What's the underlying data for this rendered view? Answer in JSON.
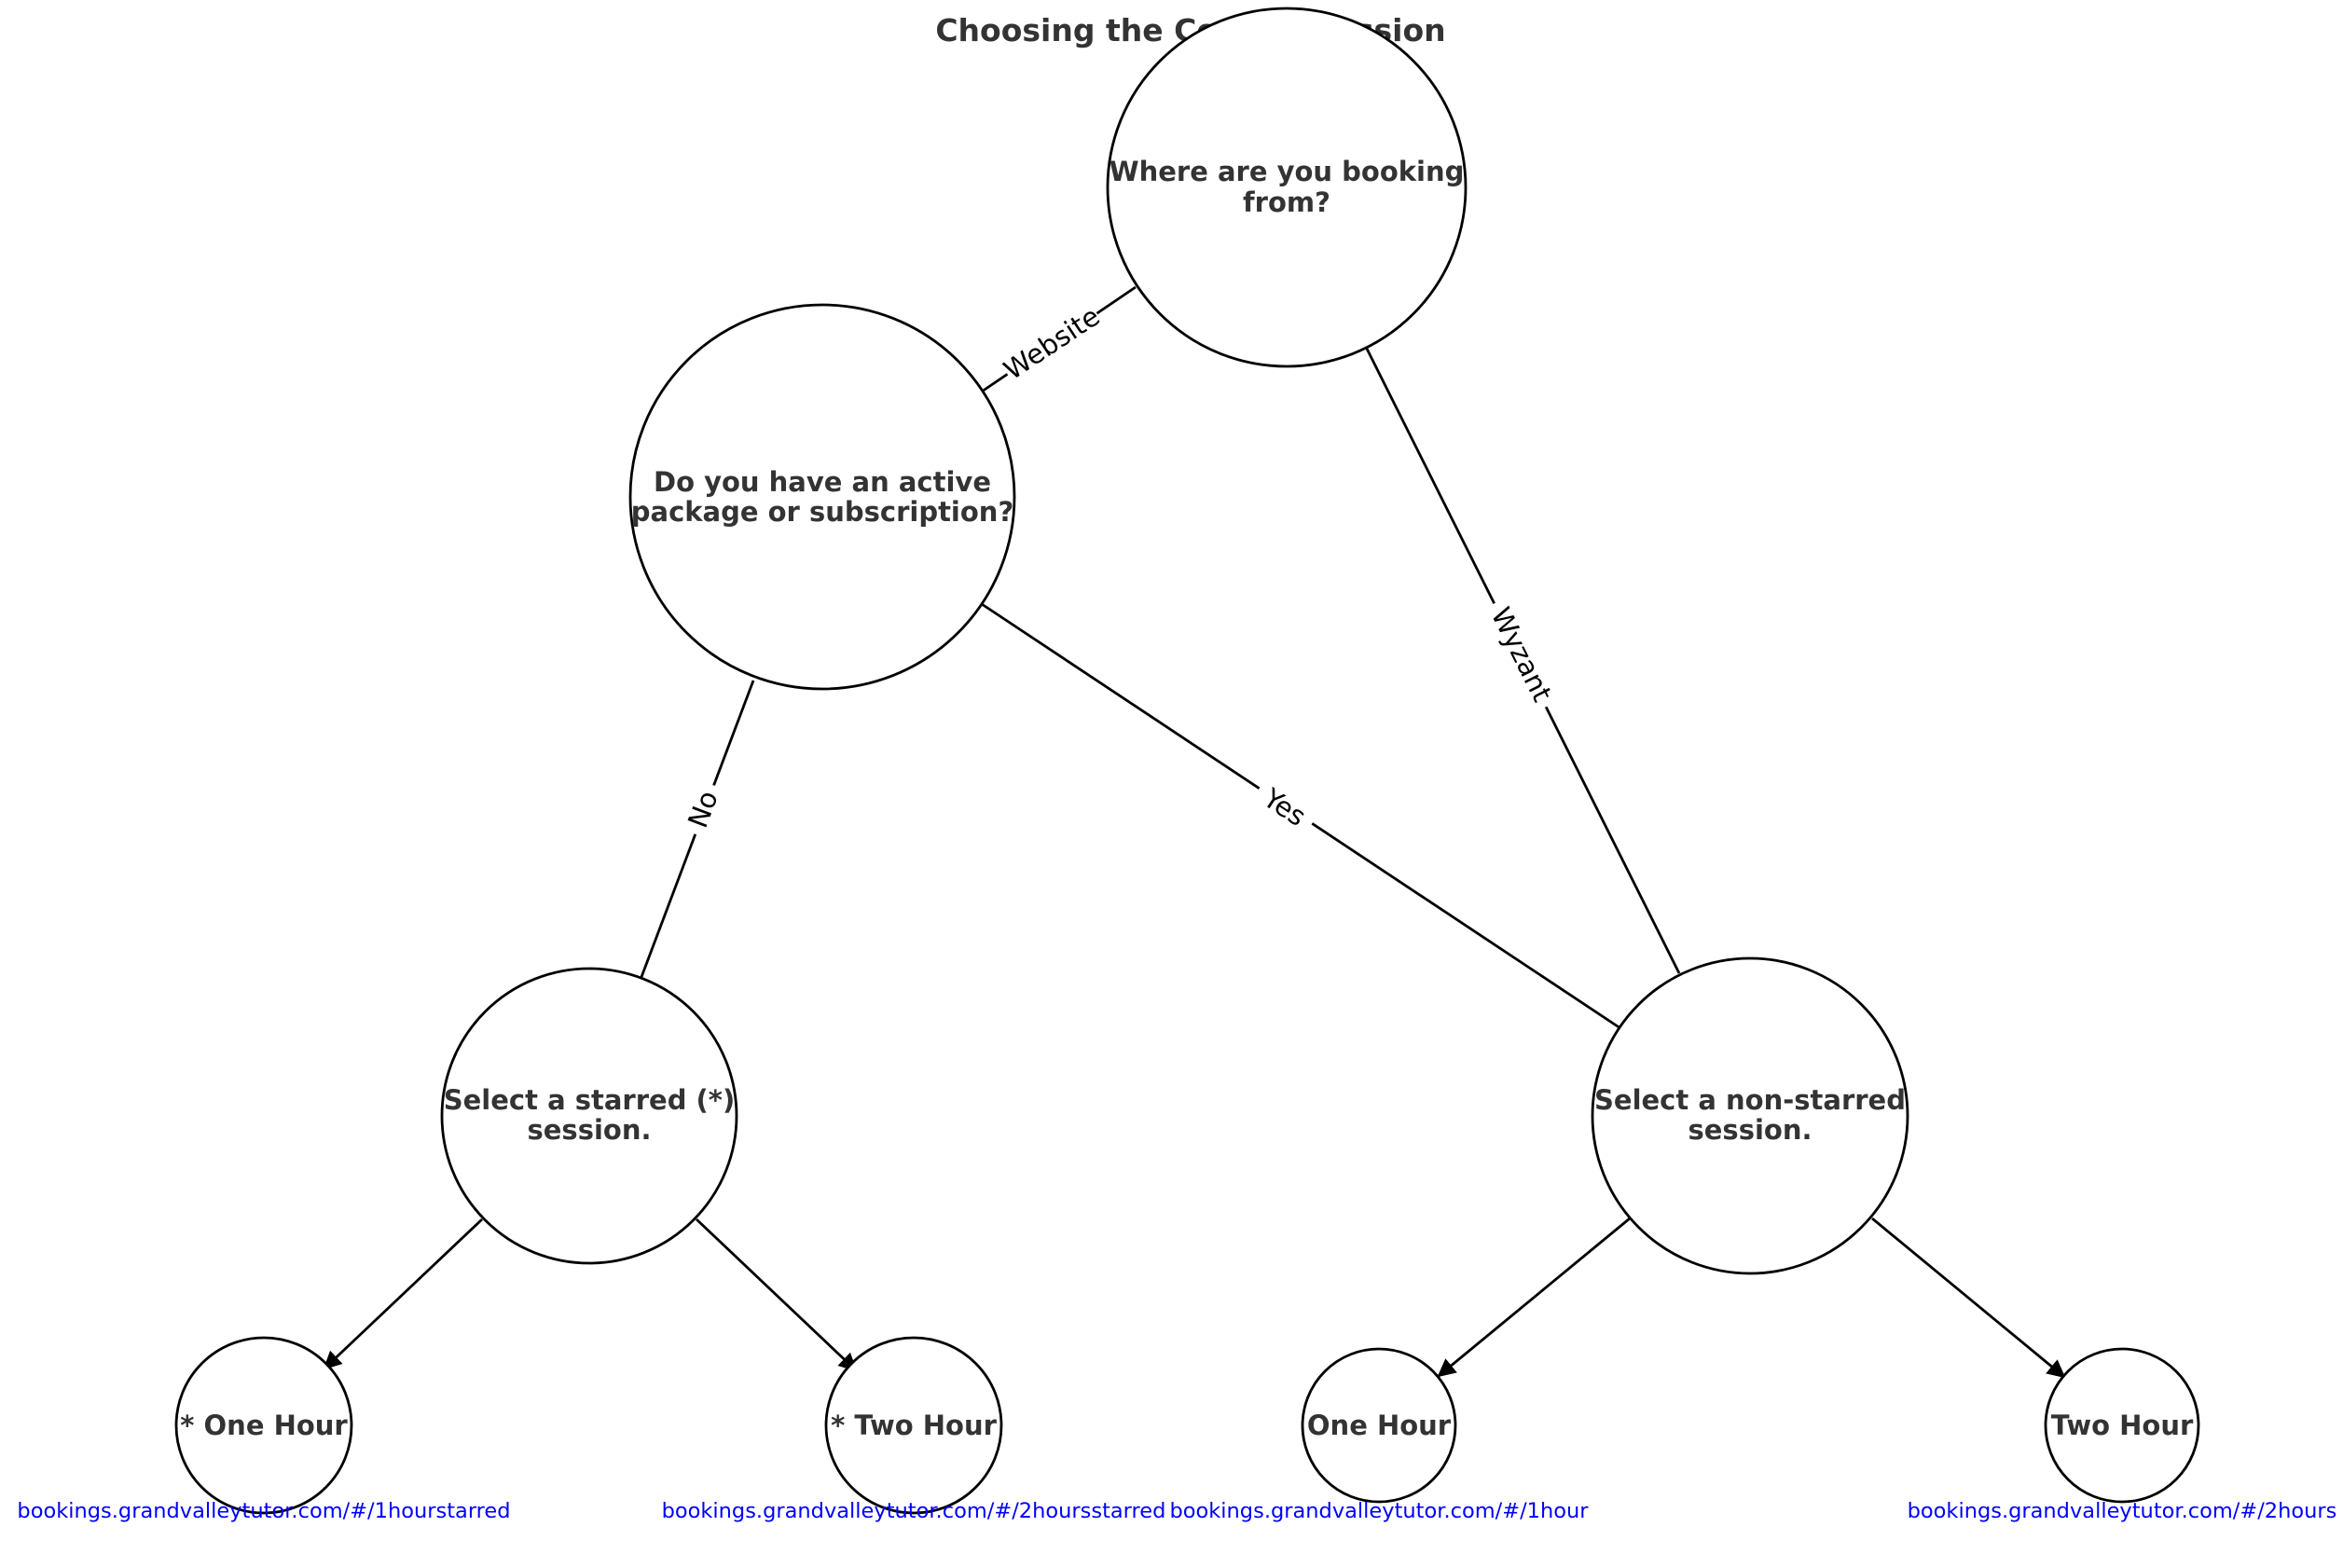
{
  "title": "Choosing the Correct Session",
  "nodes": {
    "booking_from": [
      "Where are you booking",
      "from?"
    ],
    "active_package": [
      "Do you have an active",
      "package or subscription?"
    ],
    "starred": [
      "Select a starred (*)",
      "session."
    ],
    "non_starred": [
      "Select a non-starred",
      "session."
    ],
    "star_one_hour": "* One Hour",
    "star_two_hour": "* Two Hour",
    "one_hour": "One Hour",
    "two_hour": "Two Hour"
  },
  "edge_labels": {
    "website": "Website",
    "wyzant": "Wyzant",
    "no": "No",
    "yes": "Yes"
  },
  "links": {
    "star_one_hour": "bookings.grandvalleytutor.com/#/1hourstarred",
    "star_two_hour": "bookings.grandvalleytutor.com/#/2hoursstarred",
    "one_hour": "bookings.grandvalleytutor.com/#/1hour",
    "two_hour": "bookings.grandvalleytutor.com/#/2hours"
  },
  "colors": {
    "node_text": "#333333",
    "link": "#0000ff",
    "stroke": "#000000"
  }
}
